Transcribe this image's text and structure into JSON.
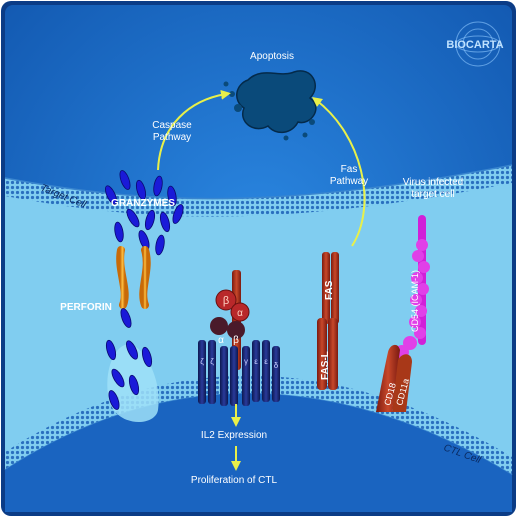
{
  "brand": {
    "logo_text": "BIOCARTA"
  },
  "colors": {
    "background": "#1c6fcb",
    "membrane_fill": "#80cdf0",
    "membrane_dots": "#2a6fbf",
    "arrow": "#e8f04a",
    "granzyme": "#1818d8",
    "perforin": "#f0a018",
    "receptor_dark": "#1a2a7a",
    "receptor_red": "#b8282a",
    "fas_orange": "#b84a1e",
    "icam_magenta": "#d020d8",
    "blob": "#0a4a7a"
  },
  "labels": {
    "apoptosis": "Apoptosis",
    "caspase_line1": "Caspase",
    "caspase_line2": "Pathway",
    "fas_line1": "Fas",
    "fas_line2": "Pathway",
    "virus_line1": "Virus infected",
    "virus_line2": "target cell",
    "target_cell": "Target Cell",
    "ctl_cell": "CTL Cell",
    "granzymes": "GRANZYMES",
    "perforin": "PERFORIN",
    "fas": "FAS",
    "fas_l": "FAS-L",
    "cd54": "CD54 (ICAM-1)",
    "cd18": "CD18",
    "cd11a": "CD11a",
    "il2": "IL2 Expression",
    "proliferation": "Proliferation of CTL",
    "tcr_beta": "β",
    "tcr_alpha": "α",
    "mhc_alpha": "α",
    "mhc_beta": "β",
    "cd3_zeta1": "ζ",
    "cd3_zeta2": "ζ",
    "cd3_gamma": "γ",
    "cd3_epsilon1": "ε",
    "cd3_epsilon2": "ε",
    "cd3_delta": "δ"
  }
}
